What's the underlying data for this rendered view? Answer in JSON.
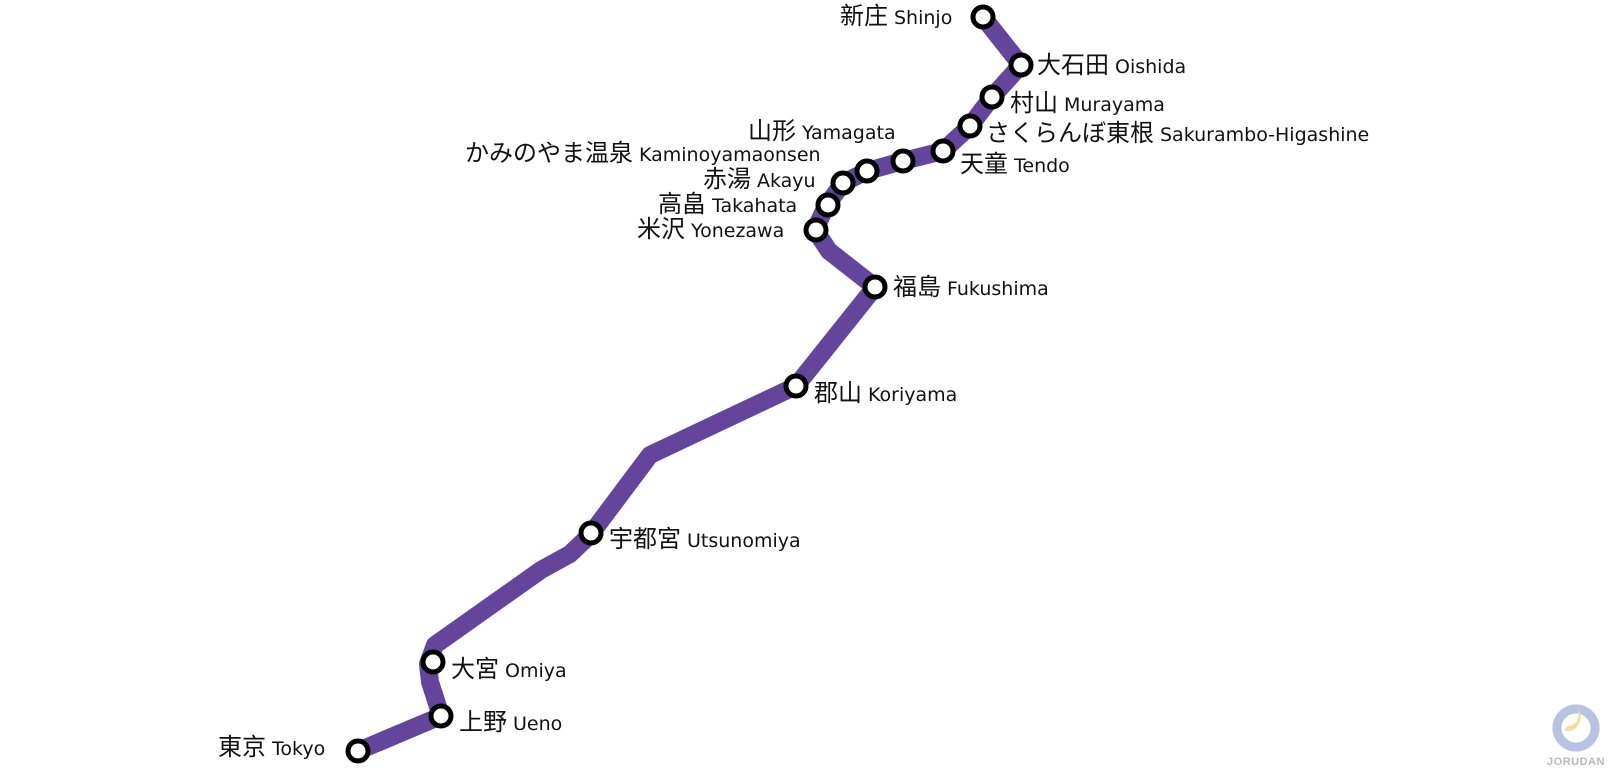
{
  "map": {
    "line_color": "#65459b",
    "station_fill": "#ffffff",
    "station_stroke": "#000000",
    "stations": [
      {
        "jp": "新庄",
        "en": "Shinjo"
      },
      {
        "jp": "大石田",
        "en": "Oishida"
      },
      {
        "jp": "村山",
        "en": "Murayama"
      },
      {
        "jp": "さくらんぼ東根",
        "en": "Sakurambo-Higashine"
      },
      {
        "jp": "天童",
        "en": "Tendo"
      },
      {
        "jp": "山形",
        "en": "Yamagata"
      },
      {
        "jp": "かみのやま温泉",
        "en": "Kaminoyamaonsen"
      },
      {
        "jp": "赤湯",
        "en": "Akayu"
      },
      {
        "jp": "高畠",
        "en": "Takahata"
      },
      {
        "jp": "米沢",
        "en": "Yonezawa"
      },
      {
        "jp": "福島",
        "en": "Fukushima"
      },
      {
        "jp": "郡山",
        "en": "Koriyama"
      },
      {
        "jp": "宇都宮",
        "en": "Utsunomiya"
      },
      {
        "jp": "大宮",
        "en": "Omiya"
      },
      {
        "jp": "上野",
        "en": "Ueno"
      },
      {
        "jp": "東京",
        "en": "Tokyo"
      }
    ]
  },
  "logo": {
    "text": "JORUDAN",
    "colors": {
      "ring": "#b8c3e3",
      "crescent": "#f8dc9c"
    }
  }
}
